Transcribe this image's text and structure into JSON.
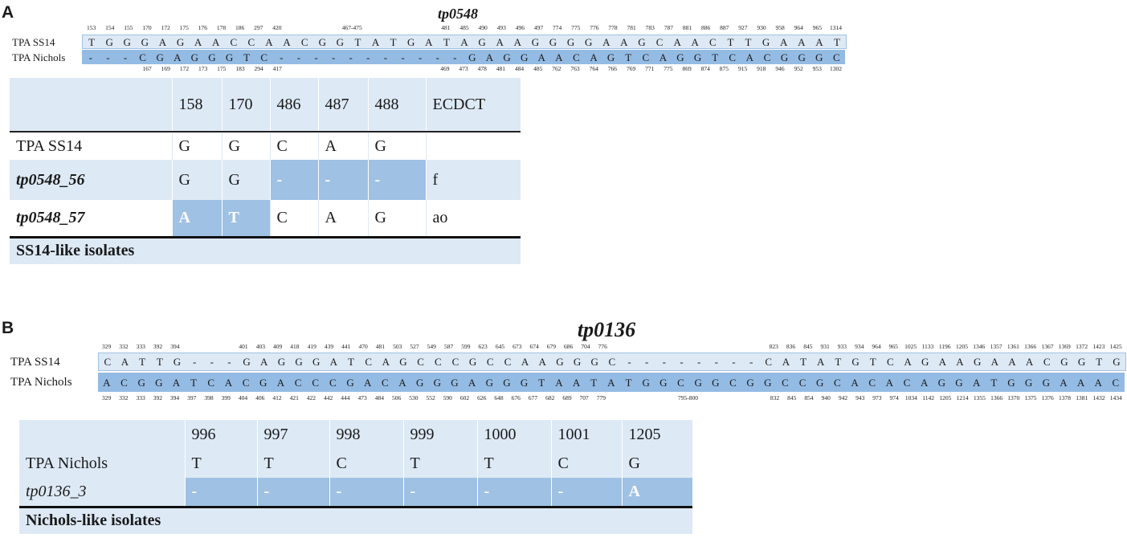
{
  "panel_a": {
    "label": "A",
    "gene": "tp0548",
    "alignment": {
      "top_positions": [
        "153",
        "154",
        "155",
        "170",
        "172",
        "175",
        "176",
        "178",
        "186",
        "297",
        "420",
        "",
        "",
        "",
        "467-475",
        "",
        "",
        "",
        "",
        "481",
        "485",
        "490",
        "493",
        "496",
        "497",
        "774",
        "775",
        "776",
        "778",
        "781",
        "783",
        "787",
        "881",
        "886",
        "887",
        "927",
        "930",
        "958",
        "964",
        "965",
        "1314"
      ],
      "bottom_positions": [
        "",
        "",
        "",
        "167",
        "169",
        "172",
        "173",
        "175",
        "183",
        "294",
        "417",
        "",
        "",
        "",
        "",
        "",
        "",
        "",
        "",
        "469",
        "473",
        "478",
        "481",
        "484",
        "485",
        "762",
        "763",
        "764",
        "766",
        "769",
        "771",
        "775",
        "869",
        "874",
        "875",
        "915",
        "918",
        "946",
        "952",
        "953",
        "1302"
      ],
      "rows": [
        {
          "name": "TPA SS14",
          "bases": [
            "T",
            "G",
            "G",
            "G",
            "A",
            "G",
            "A",
            "A",
            "C",
            "C",
            "A",
            "A",
            "C",
            "G",
            "G",
            "T",
            "A",
            "T",
            "G",
            "A",
            "T",
            "A",
            "G",
            "A",
            "A",
            "G",
            "G",
            "G",
            "G",
            "A",
            "A",
            "G",
            "C",
            "A",
            "A",
            "C",
            "T",
            "T",
            "G",
            "A",
            "A",
            "A",
            "T"
          ]
        },
        {
          "name": "TPA Nichols",
          "bases": [
            "-",
            "-",
            "-",
            "C",
            "G",
            "A",
            "G",
            "G",
            "G",
            "T",
            "C",
            "-",
            "-",
            "-",
            "-",
            "-",
            "-",
            "-",
            "-",
            "-",
            "-",
            "-",
            "G",
            "A",
            "G",
            "G",
            "A",
            "A",
            "C",
            "A",
            "G",
            "T",
            "C",
            "A",
            "G",
            "G",
            "T",
            "C",
            "A",
            "C",
            "G",
            "G",
            "G",
            "C"
          ]
        }
      ]
    },
    "table": {
      "headers": [
        "",
        "158",
        "170",
        "486",
        "487",
        "488",
        "ECDCT"
      ],
      "rows": [
        {
          "name": "TPA SS14",
          "cells": [
            "G",
            "G",
            "C",
            "A",
            "G",
            ""
          ]
        },
        {
          "name": "tp0548_56",
          "cells": [
            "G",
            "G",
            "-",
            "-",
            "-",
            "f"
          ]
        },
        {
          "name": "tp0548_57",
          "cells": [
            "A",
            "T",
            "C",
            "A",
            "G",
            "ao"
          ]
        }
      ],
      "footer": "SS14-like isolates"
    }
  },
  "panel_b": {
    "label": "B",
    "gene": "tp0136",
    "alignment": {
      "top_positions": [
        "329",
        "332",
        "333",
        "392",
        "394",
        "",
        "",
        "",
        "401",
        "403",
        "409",
        "418",
        "419",
        "439",
        "441",
        "470",
        "481",
        "503",
        "527",
        "549",
        "587",
        "599",
        "623",
        "645",
        "673",
        "674",
        "679",
        "686",
        "704",
        "776",
        "",
        "",
        "",
        "",
        "",
        "",
        "",
        "",
        "",
        "823",
        "836",
        "845",
        "931",
        "933",
        "934",
        "964",
        "965",
        "1025",
        "1133",
        "1196",
        "1205",
        "1346",
        "1357",
        "1361",
        "1366",
        "1367",
        "1369",
        "1372",
        "1423",
        "1425"
      ],
      "bottom_positions": [
        "329",
        "332",
        "333",
        "392",
        "394",
        "397",
        "398",
        "399",
        "404",
        "406",
        "412",
        "421",
        "422",
        "442",
        "444",
        "473",
        "484",
        "506",
        "530",
        "552",
        "590",
        "602",
        "626",
        "648",
        "676",
        "677",
        "682",
        "689",
        "707",
        "779",
        "",
        "",
        "",
        "",
        "795-800",
        "",
        "",
        "",
        "",
        "832",
        "845",
        "854",
        "940",
        "942",
        "943",
        "973",
        "974",
        "1034",
        "1142",
        "1205",
        "1214",
        "1355",
        "1366",
        "1370",
        "1375",
        "1376",
        "1378",
        "1381",
        "1432",
        "1434"
      ],
      "rows": [
        {
          "name": "TPA SS14",
          "bases": [
            "C",
            "A",
            "T",
            "T",
            "G",
            "-",
            "-",
            "-",
            "G",
            "A",
            "G",
            "G",
            "G",
            "A",
            "T",
            "C",
            "A",
            "G",
            "C",
            "C",
            "C",
            "G",
            "C",
            "C",
            "A",
            "A",
            "G",
            "G",
            "G",
            "C",
            "-",
            "-",
            "-",
            "-",
            "-",
            "-",
            "-",
            "-",
            "C",
            "A",
            "T",
            "A",
            "T",
            "G",
            "T",
            "C",
            "A",
            "G",
            "A",
            "A",
            "G",
            "A",
            "A",
            "A",
            "C",
            "G",
            "G",
            "T",
            "G"
          ]
        },
        {
          "name": "TPA Nichols",
          "bases": [
            "A",
            "C",
            "G",
            "G",
            "A",
            "T",
            "C",
            "A",
            "C",
            "G",
            "A",
            "C",
            "C",
            "C",
            "G",
            "A",
            "C",
            "A",
            "G",
            "G",
            "G",
            "A",
            "G",
            "G",
            "G",
            "T",
            "A",
            "A",
            "T",
            "A",
            "T",
            "G",
            "G",
            "C",
            "G",
            "G",
            "C",
            "G",
            "G",
            "C",
            "C",
            "G",
            "C",
            "A",
            "C",
            "A",
            "C",
            "A",
            "G",
            "G",
            "A",
            "T",
            "G",
            "G",
            "G",
            "A",
            "A",
            "A",
            "C"
          ]
        }
      ]
    },
    "table": {
      "headers": [
        "",
        "996",
        "997",
        "998",
        "999",
        "1000",
        "1001",
        "1205"
      ],
      "rows": [
        {
          "name": "TPA Nichols",
          "cells": [
            "T",
            "T",
            "C",
            "T",
            "T",
            "C",
            "G"
          ]
        },
        {
          "name": "tp0136_3",
          "cells": [
            "-",
            "-",
            "-",
            "-",
            "-",
            "-",
            "A"
          ]
        }
      ],
      "footer": "Nichols-like isolates"
    }
  },
  "colors": {
    "light_blue": "#dde9f5",
    "mid_blue": "#9fc1e4",
    "nichols_row_blue": "#94bbe3"
  }
}
